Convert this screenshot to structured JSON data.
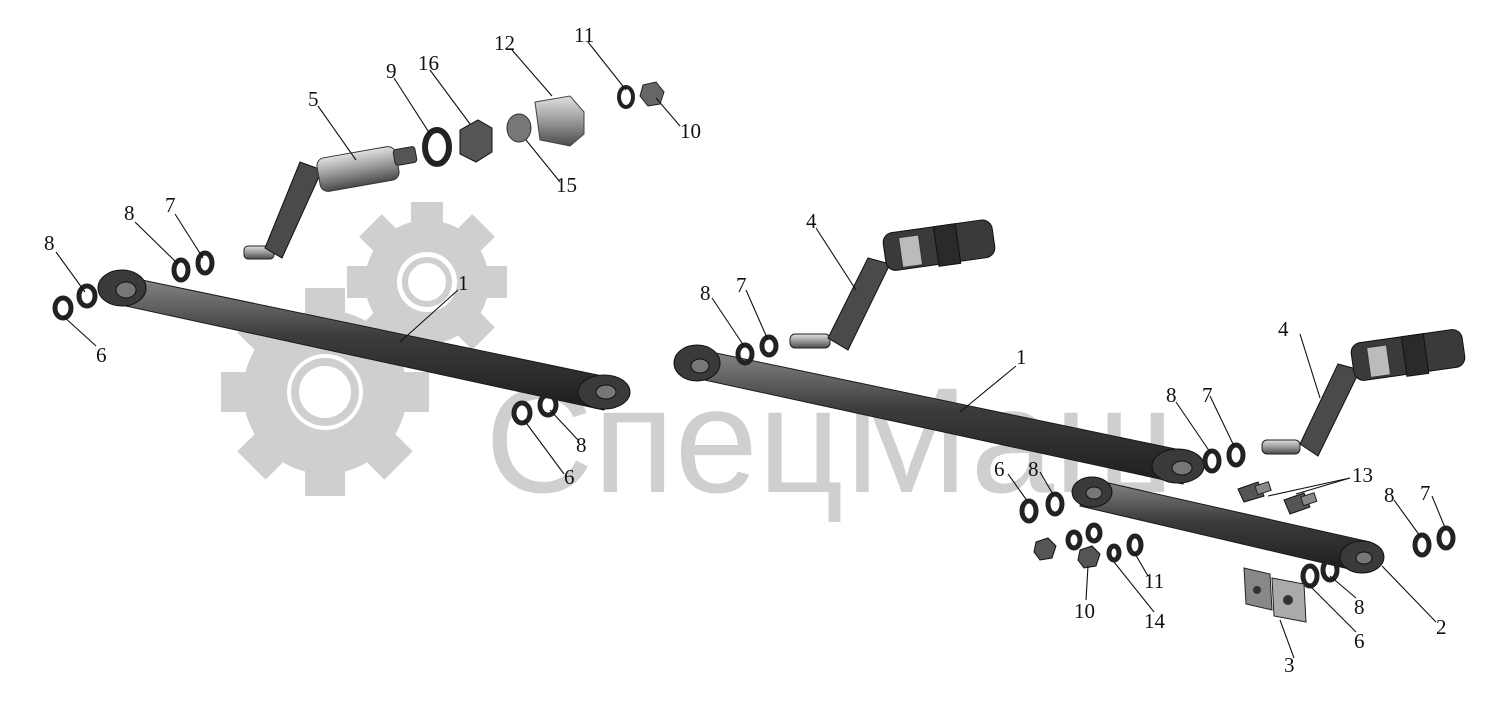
{
  "watermark": {
    "text": "СпецМаш"
  },
  "callouts": {
    "c1a": "1",
    "c1b": "1",
    "c2": "2",
    "c3": "3",
    "c4a": "4",
    "c4b": "4",
    "c5": "5",
    "c6a": "6",
    "c6b": "6",
    "c6c": "6",
    "c6d": "6",
    "c7a": "7",
    "c7b": "7",
    "c7c": "7",
    "c7d": "7",
    "c8a": "8",
    "c8b": "8",
    "c8c": "8",
    "c8d": "8",
    "c8e": "8",
    "c8f": "8",
    "c8g": "8",
    "c8h": "8",
    "c9": "9",
    "c10a": "10",
    "c10b": "10",
    "c11a": "11",
    "c11b": "11",
    "c12": "12",
    "c13": "13",
    "c14": "14",
    "c15": "15",
    "c16": "16"
  },
  "colors": {
    "part": "#4a4a4a",
    "partDark": "#2a2a2a",
    "partLight": "#9a9a9a",
    "watermark": "#cfcfcf"
  }
}
